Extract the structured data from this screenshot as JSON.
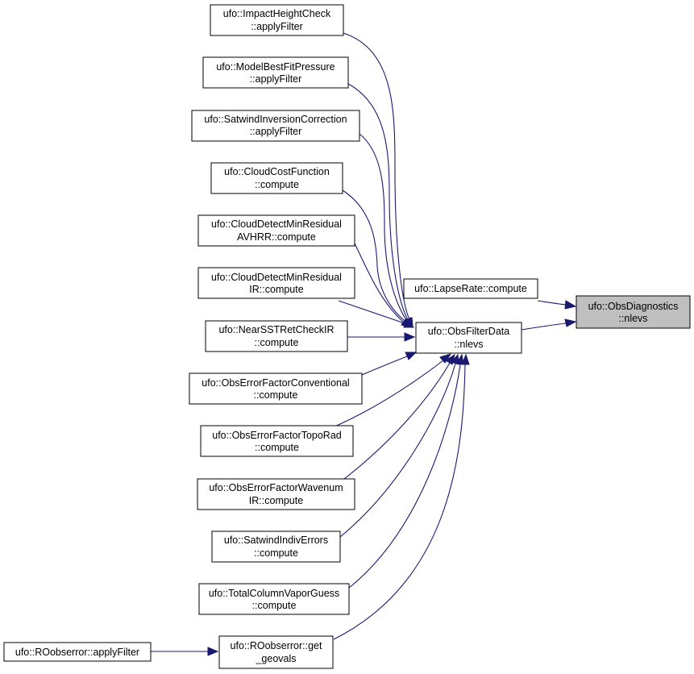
{
  "colors": {
    "edge": "#191970",
    "focus_fill": "#bfbfbf",
    "node_fill": "#ffffff",
    "border": "#000000"
  },
  "nodes": {
    "impact": [
      "ufo::ImpactHeightCheck",
      "::applyFilter"
    ],
    "modelbest": [
      "ufo::ModelBestFitPressure",
      "::applyFilter"
    ],
    "satwindinv": [
      "ufo::SatwindInversionCorrection",
      "::applyFilter"
    ],
    "cloudcost": [
      "ufo::CloudCostFunction",
      "::compute"
    ],
    "cdmr_avhrr": [
      "ufo::CloudDetectMinResidual",
      "AVHRR::compute"
    ],
    "cdmr_ir": [
      "ufo::CloudDetectMinResidual",
      "IR::compute"
    ],
    "nearsst": [
      "ufo::NearSSTRetCheckIR",
      "::compute"
    ],
    "oefconv": [
      "ufo::ObsErrorFactorConventional",
      "::compute"
    ],
    "oeftopo": [
      "ufo::ObsErrorFactorTopoRad",
      "::compute"
    ],
    "oefwave": [
      "ufo::ObsErrorFactorWavenum",
      "IR::compute"
    ],
    "satwindindiv": [
      "ufo::SatwindIndivErrors",
      "::compute"
    ],
    "tcvg": [
      "ufo::TotalColumnVaporGuess",
      "::compute"
    ],
    "roget": [
      "ufo::ROobserror::get",
      "_geovals"
    ],
    "roapply": [
      "ufo::ROobserror::applyFilter"
    ],
    "lapse": [
      "ufo::LapseRate::compute"
    ],
    "obsfilter": [
      "ufo::ObsFilterData",
      "::nlevs"
    ],
    "obsdiag": [
      "ufo::ObsDiagnostics",
      "::nlevs"
    ]
  },
  "edges": [
    [
      "lapse",
      "obsdiag"
    ],
    [
      "obsfilter",
      "obsdiag"
    ],
    [
      "impact",
      "obsfilter"
    ],
    [
      "modelbest",
      "obsfilter"
    ],
    [
      "satwindinv",
      "obsfilter"
    ],
    [
      "cloudcost",
      "obsfilter"
    ],
    [
      "cdmr_avhrr",
      "obsfilter"
    ],
    [
      "cdmr_ir",
      "obsfilter"
    ],
    [
      "nearsst",
      "obsfilter"
    ],
    [
      "oefconv",
      "obsfilter"
    ],
    [
      "oeftopo",
      "obsfilter"
    ],
    [
      "oefwave",
      "obsfilter"
    ],
    [
      "satwindindiv",
      "obsfilter"
    ],
    [
      "tcvg",
      "obsfilter"
    ],
    [
      "roget",
      "obsfilter"
    ],
    [
      "roapply",
      "roget"
    ]
  ]
}
